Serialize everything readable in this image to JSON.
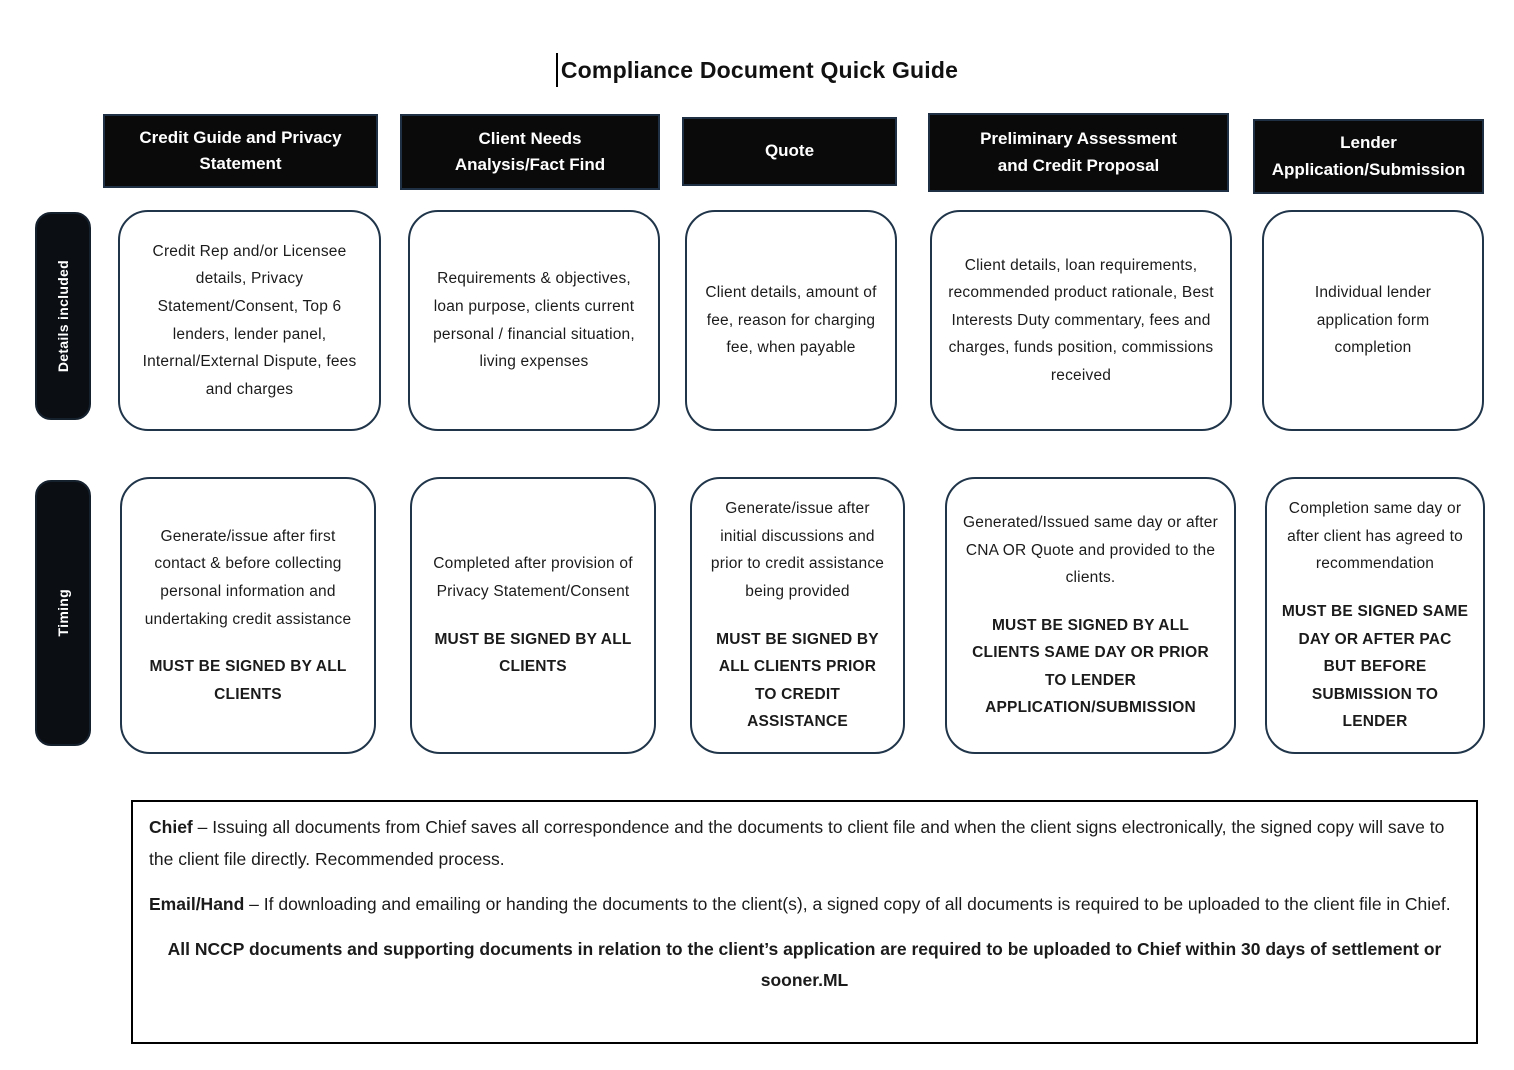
{
  "title": "Compliance Document Quick Guide",
  "row_labels": {
    "details": "Details included",
    "timing": "Timing"
  },
  "columns": [
    {
      "header": "Credit Guide and Privacy Statement",
      "details": "Credit Rep and/or Licensee details, Privacy Statement/Consent, Top 6 lenders, lender panel, Internal/External Dispute, fees and charges",
      "timing": "Generate/issue after first contact & before collecting personal information and undertaking credit assistance",
      "timing_bold": "MUST BE SIGNED BY ALL CLIENTS"
    },
    {
      "header": "Client Needs Analysis/Fact Find",
      "details": "Requirements & objectives, loan purpose, clients current personal / financial situation, living expenses",
      "timing": "Completed after provision of Privacy Statement/Consent",
      "timing_bold": "MUST BE SIGNED BY ALL CLIENTS"
    },
    {
      "header": "Quote",
      "details": "Client details, amount of fee, reason for charging fee, when payable",
      "timing": "Generate/issue after initial discussions and prior to credit assistance being provided",
      "timing_bold": "MUST BE SIGNED BY ALL CLIENTS PRIOR TO CREDIT ASSISTANCE"
    },
    {
      "header": "Preliminary Assessment and Credit Proposal",
      "details": "Client details, loan requirements, recommended product rationale, Best Interests Duty commentary, fees and charges, funds position, commissions received",
      "timing": "Generated/Issued same day or after CNA OR Quote and provided to the clients.",
      "timing_bold": "MUST BE SIGNED BY ALL CLIENTS SAME DAY OR PRIOR TO LENDER APPLICATION/SUBMISSION"
    },
    {
      "header": "Lender Application/Submission",
      "details": "Individual lender application form completion",
      "timing": "Completion same day or after client has agreed to recommendation",
      "timing_bold": "MUST BE SIGNED SAME DAY OR AFTER PAC BUT BEFORE SUBMISSION TO LENDER"
    }
  ],
  "notes": {
    "chief_lead": "Chief",
    "chief_text": " – Issuing all documents from Chief saves all correspondence and the documents to client file and when the client signs electronically, the signed copy will save to the client file directly.  Recommended process.",
    "email_lead": "Email/Hand",
    "email_text": " – If downloading and emailing or handing the documents to the client(s), a signed copy of all documents is required to be uploaded to the client file in Chief.",
    "nccp_text": "All NCCP documents and supporting documents in relation to the client’s application are required to be uploaded to Chief within 30 days of settlement or sooner.ML"
  },
  "colors": {
    "header_bg": "#0a0a0a",
    "header_border": "#1f3044",
    "cell_border": "#203549",
    "notes_border": "#000000",
    "text": "#1b1b1b"
  }
}
